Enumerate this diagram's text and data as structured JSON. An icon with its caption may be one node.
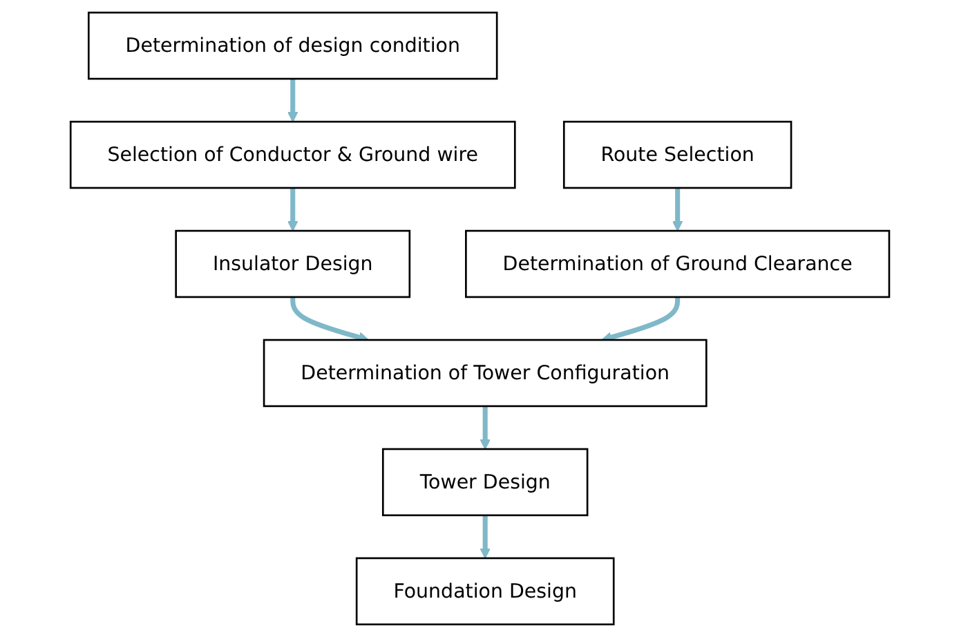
{
  "diagram": {
    "nodes": [
      {
        "text": [
          "Determination of design condition"
        ]
      },
      {
        "text": [
          "Selection of Conductor & Ground wire"
        ]
      },
      {
        "text": [
          "Insulator Design"
        ]
      },
      {
        "text": [
          "Route Selection"
        ]
      },
      {
        "text": [
          "Determination of Ground Clearance"
        ]
      },
      {
        "text": [
          "Determination of Tower Configuration"
        ]
      },
      {
        "text": [
          "Tower Design"
        ]
      },
      {
        "text": [
          "Foundation Design"
        ]
      }
    ],
    "edges": [
      {
        "from": 0,
        "to": 1,
        "arrow": "to"
      },
      {
        "from": 1,
        "to": 2,
        "arrow": "to"
      },
      {
        "from": 2,
        "to": 5,
        "arrow": "to"
      },
      {
        "from": 3,
        "to": 4,
        "arrow": "to"
      },
      {
        "from": 4,
        "to": 5,
        "arrow": "to"
      },
      {
        "from": 5,
        "to": 6,
        "arrow": "to"
      },
      {
        "from": 6,
        "to": 7,
        "arrow": "to"
      }
    ]
  }
}
